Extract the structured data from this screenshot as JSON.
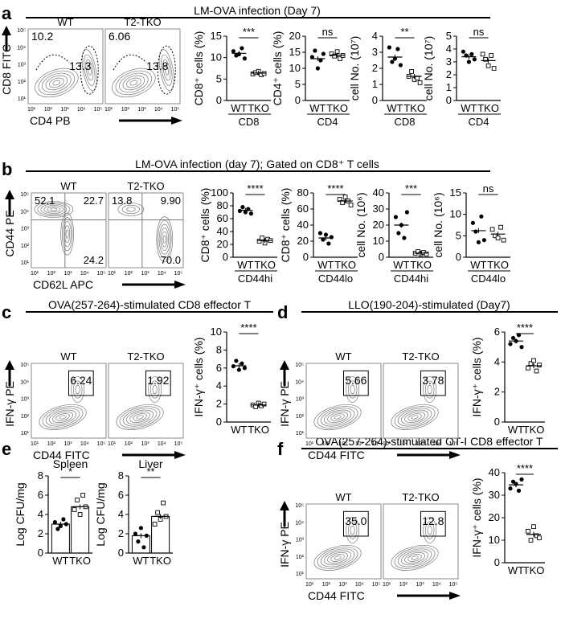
{
  "panels": {
    "a": {
      "letter": "a",
      "header": "LM-OVA infection (Day 7)",
      "flow": {
        "groups": [
          "WT",
          "T2-TKO"
        ],
        "y_axis": "CD8 FITC",
        "x_axis": "CD4 PB",
        "gate_values": [
          [
            "10.2",
            "13.3"
          ],
          [
            "6.06",
            "13.8"
          ]
        ],
        "ticks": [
          "10¹",
          "10²",
          "10³",
          "10⁴",
          "10⁵"
        ]
      }
    },
    "b": {
      "letter": "b",
      "header": "LM-OVA infection (day 7); Gated on CD8⁺ T cells",
      "flow": {
        "groups": [
          "WT",
          "T2-TKO"
        ],
        "y_axis": "CD44 PE",
        "x_axis": "CD62L APC",
        "quadrants": [
          [
            "52.1",
            "22.7",
            "24.2"
          ],
          [
            "13.8",
            "9.90",
            "70.0"
          ]
        ],
        "ticks": [
          "10¹",
          "10²",
          "10³",
          "10⁴",
          "10⁵"
        ]
      }
    },
    "c": {
      "letter": "c",
      "header": "OVA(257-264)-stimulated CD8 effector T",
      "flow": {
        "groups": [
          "WT",
          "T2-TKO"
        ],
        "y_axis": "IFN-γ PE",
        "x_axis": "CD44 FITC",
        "gate_values": [
          "6.24",
          "1.92"
        ],
        "ticks": [
          "10¹",
          "10²",
          "10³",
          "10⁴",
          "10⁵"
        ]
      }
    },
    "d": {
      "letter": "d",
      "header": "LLO(190-204)-stimulated (Day7)",
      "flow": {
        "groups": [
          "WT",
          "T2-TKO"
        ],
        "y_axis": "IFN-γ PE",
        "x_axis": "CD44 FITC",
        "gate_values": [
          "5.66",
          "3.78"
        ],
        "ticks": [
          "10¹",
          "10²",
          "10³",
          "10⁴",
          "10⁵"
        ]
      }
    },
    "e": {
      "letter": "e",
      "titles": [
        "Spleen",
        "Liver"
      ]
    },
    "f": {
      "letter": "f",
      "header": "OVA(257-264)-stimulated OT-I CD8 effector T",
      "flow": {
        "groups": [
          "WT",
          "T2-TKO"
        ],
        "y_axis": "IFN-γ PE",
        "x_axis": "CD44 FITC",
        "gate_values": [
          "35.0",
          "12.8"
        ],
        "ticks": [
          "10¹",
          "10²",
          "10³",
          "10⁴",
          "10⁵"
        ]
      }
    }
  },
  "chart_data": [
    {
      "id": "a1",
      "type": "scatter",
      "groups": [
        "WT",
        "TKO"
      ],
      "xlabel": "CD8",
      "ylabel": "CD8⁺ cells (%)",
      "ylim": [
        0,
        15
      ],
      "ticks": [
        0,
        5,
        10,
        15
      ],
      "sig": "***",
      "points": [
        [
          11.5,
          10.5,
          10.8,
          12.2,
          9.8
        ],
        [
          6.2,
          6.5,
          6.8,
          6.0,
          6.3
        ]
      ],
      "means": [
        11.0,
        6.4
      ]
    },
    {
      "id": "a2",
      "type": "scatter",
      "groups": [
        "WT",
        "TKO"
      ],
      "xlabel": "CD4",
      "ylabel": "CD4⁺ cells (%)",
      "ylim": [
        0,
        20
      ],
      "ticks": [
        0,
        5,
        10,
        15,
        20
      ],
      "sig": "ns",
      "points": [
        [
          13.5,
          15.5,
          10,
          12.5,
          14.5
        ],
        [
          14.5,
          13.8,
          15.2,
          13.0,
          14.0
        ]
      ],
      "means": [
        13.0,
        14.1
      ]
    },
    {
      "id": "a3",
      "type": "scatter",
      "groups": [
        "WT",
        "TKO"
      ],
      "xlabel": "CD8",
      "ylabel": "cell No. (10⁷)",
      "ylim": [
        0,
        4
      ],
      "ticks": [
        0,
        1,
        2,
        3,
        4
      ],
      "sig": "**",
      "points": [
        [
          3.3,
          2.4,
          2.6,
          3.2,
          2.2
        ],
        [
          1.5,
          1.8,
          1.3,
          1.4,
          1.1
        ]
      ],
      "means": [
        2.7,
        1.5
      ]
    },
    {
      "id": "a4",
      "type": "scatter",
      "groups": [
        "WT",
        "TKO"
      ],
      "xlabel": "CD4",
      "ylabel": "cell No. (10⁷)",
      "ylim": [
        0,
        5
      ],
      "ticks": [
        0,
        1,
        2,
        3,
        4,
        5
      ],
      "sig": "ns",
      "points": [
        [
          3.8,
          3.5,
          3.0,
          3.6,
          3.2
        ],
        [
          3.6,
          3.2,
          2.7,
          3.5,
          2.5
        ]
      ],
      "means": [
        3.4,
        3.1
      ]
    },
    {
      "id": "b1",
      "type": "scatter",
      "groups": [
        "WT",
        "TKO"
      ],
      "xlabel": "CD44hi",
      "ylabel": "CD8⁺ cells (%)",
      "ylim": [
        0,
        100
      ],
      "ticks": [
        0,
        20,
        40,
        60,
        80,
        100
      ],
      "sig": "****",
      "points": [
        [
          72,
          78,
          70,
          75,
          68
        ],
        [
          25,
          30,
          22,
          28,
          26
        ]
      ],
      "means": [
        73,
        26
      ]
    },
    {
      "id": "b2",
      "type": "scatter",
      "groups": [
        "WT",
        "TKO"
      ],
      "xlabel": "CD44lo",
      "ylabel": "CD8⁺ cells (%)",
      "ylim": [
        0,
        80
      ],
      "ticks": [
        0,
        20,
        40,
        60,
        80
      ],
      "sig": "****",
      "points": [
        [
          30,
          22,
          28,
          17,
          25
        ],
        [
          72,
          68,
          75,
          70,
          65
        ]
      ],
      "means": [
        24,
        70
      ]
    },
    {
      "id": "b3",
      "type": "scatter",
      "groups": [
        "WT",
        "TKO"
      ],
      "xlabel": "CD44hi",
      "ylabel": "cell No. (10⁶)",
      "ylim": [
        0,
        40
      ],
      "ticks": [
        0,
        10,
        20,
        30,
        40
      ],
      "sig": "***",
      "points": [
        [
          25,
          15,
          20,
          12,
          28
        ],
        [
          2.5,
          3.5,
          2,
          3,
          2
        ]
      ],
      "means": [
        20,
        2.6
      ]
    },
    {
      "id": "b4",
      "type": "scatter",
      "groups": [
        "WT",
        "TKO"
      ],
      "xlabel": "CD44lo",
      "ylabel": "cell No. (10⁶)",
      "ylim": [
        0,
        15
      ],
      "ticks": [
        0,
        5,
        10,
        15
      ],
      "sig": "ns",
      "points": [
        [
          8,
          6,
          3.5,
          9.5,
          4
        ],
        [
          6.5,
          5,
          4.5,
          7,
          4
        ]
      ],
      "means": [
        6.2,
        5.4
      ]
    },
    {
      "id": "c1",
      "type": "scatter",
      "groups": [
        "WT",
        "TKO"
      ],
      "xlabel": "",
      "ylabel": "IFN-γ⁺ cells (%)",
      "ylim": [
        0,
        10
      ],
      "ticks": [
        0,
        2,
        4,
        6,
        8,
        10
      ],
      "sig": "****",
      "points": [
        [
          6.2,
          6.8,
          5.8,
          6.5,
          6.0
        ],
        [
          1.9,
          1.7,
          2.1,
          1.8,
          2.0
        ]
      ],
      "means": [
        6.25,
        1.9
      ]
    },
    {
      "id": "d1",
      "type": "scatter",
      "groups": [
        "WT",
        "TKO"
      ],
      "xlabel": "",
      "ylabel": "IFN-γ⁺ cells (%)",
      "ylim": [
        0,
        6
      ],
      "ticks": [
        0,
        2,
        4,
        6
      ],
      "sig": "****",
      "points": [
        [
          5.2,
          5.6,
          5.4,
          5.8,
          5.0
        ],
        [
          3.6,
          3.9,
          4.1,
          3.4,
          3.8
        ]
      ],
      "means": [
        5.4,
        3.75
      ]
    },
    {
      "id": "e1",
      "type": "bar",
      "groups": [
        "WT",
        "TKO"
      ],
      "xlabel": "",
      "ylabel": "Log CFU/mg",
      "ylim": [
        0,
        8
      ],
      "ticks": [
        0,
        2,
        4,
        6,
        8
      ],
      "sig": "*",
      "title": "Spleen",
      "points": [
        [
          3.2,
          2.5,
          2.8,
          3.5,
          3.0
        ],
        [
          4.5,
          5.5,
          4.0,
          6.0,
          4.8
        ]
      ],
      "means": [
        3.0,
        4.8
      ]
    },
    {
      "id": "e2",
      "type": "bar",
      "groups": [
        "WT",
        "TKO"
      ],
      "xlabel": "",
      "ylabel": "Log CFU/mg",
      "ylim": [
        0,
        8
      ],
      "ticks": [
        0,
        2,
        4,
        6,
        8
      ],
      "sig": "**",
      "title": "Liver",
      "points": [
        [
          2.0,
          1.2,
          2.6,
          0.6,
          1.8
        ],
        [
          3.0,
          4.2,
          3.5,
          5.2,
          3.8
        ]
      ],
      "means": [
        1.8,
        3.8
      ]
    },
    {
      "id": "f1",
      "type": "scatter",
      "groups": [
        "WT",
        "TKO"
      ],
      "xlabel": "",
      "ylabel": "IFN-γ⁺ cells (%)",
      "ylim": [
        0,
        40
      ],
      "ticks": [
        0,
        10,
        20,
        30,
        40
      ],
      "sig": "****",
      "points": [
        [
          33,
          36,
          35,
          32,
          37
        ],
        [
          14,
          10,
          16,
          12,
          11
        ]
      ],
      "means": [
        34.6,
        12.6
      ]
    }
  ]
}
